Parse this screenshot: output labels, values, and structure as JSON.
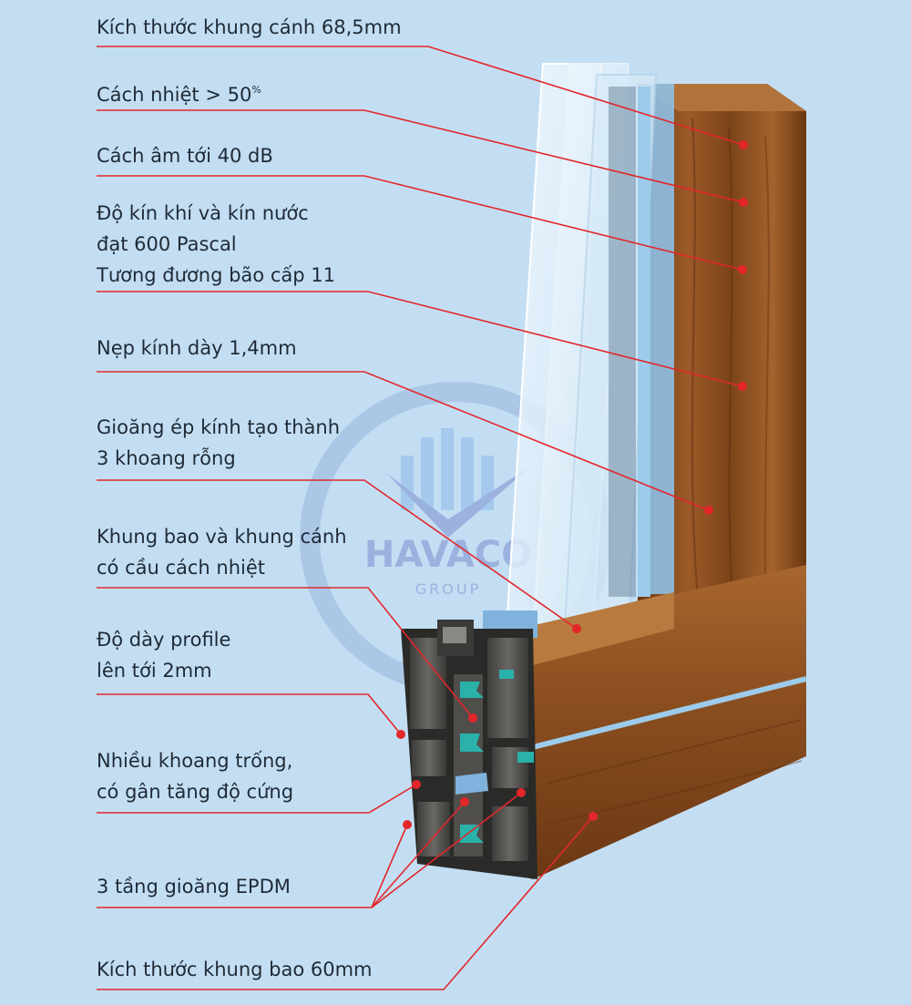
{
  "colors": {
    "background": "#c3def3",
    "callout_line": "#e3262a",
    "wood": "#8a4f22",
    "glass": "#e4f2fb",
    "gasket": "#2ab1a9",
    "aluminum": "#4a4a48"
  },
  "watermark": {
    "brand": "HAVACO",
    "sub": "GROUP"
  },
  "labels": {
    "frame_sash_size": {
      "line1": "Kích thước khung cánh 68,5mm"
    },
    "insulation": {
      "main": "Cách nhiệt > 50",
      "sup": "%"
    },
    "sound": {
      "line1": "Cách âm tới 40 dB"
    },
    "airtight": {
      "line1": "Độ kín khí và kín nước",
      "line2": "đạt 600 Pascal",
      "line3": "Tương đương bão cấp 11"
    },
    "bead": {
      "line1": "Nẹp kính dày 1,4mm"
    },
    "glass_gasket": {
      "line1": "Gioăng ép kính tạo thành",
      "line2": "3 khoang rỗng"
    },
    "thermal_break": {
      "line1": "Khung bao và khung cánh",
      "line2": "có cầu cách nhiệt"
    },
    "profile_thickness": {
      "line1": "Độ dày profile",
      "line2": "lên tới 2mm"
    },
    "chambers": {
      "line1": "Nhiều khoang trống,",
      "line2": "có gân tăng độ cứng"
    },
    "epdm": {
      "line1": "3 tầng gioăng EPDM"
    },
    "outer_frame_size": {
      "line1": "Kích thước khung bao 60mm"
    }
  }
}
